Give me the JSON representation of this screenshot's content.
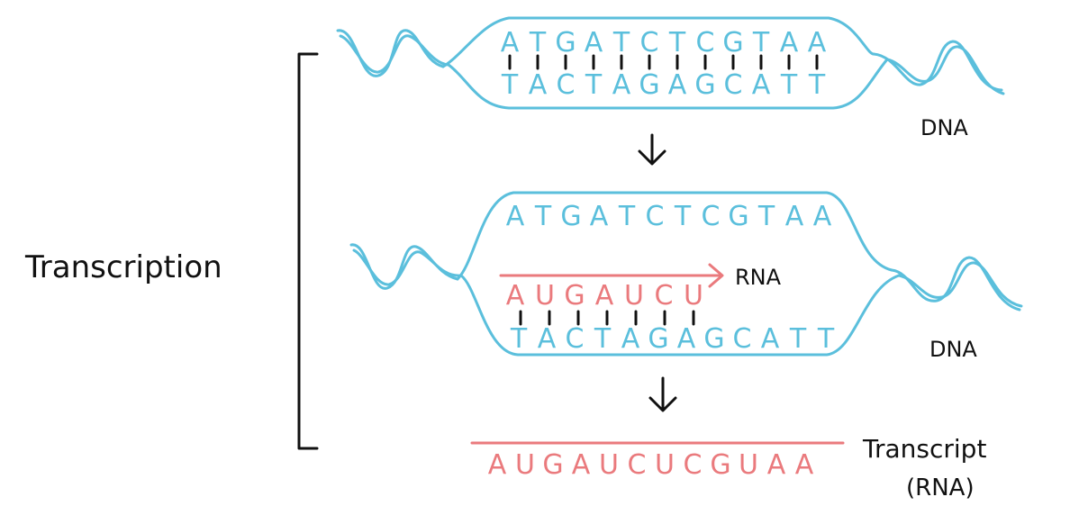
{
  "labels": {
    "process": "Transcription",
    "dna_top": "DNA",
    "dna_bottom": "DNA",
    "rna_arrow": "RNA",
    "transcript_line1": "Transcript",
    "transcript_line2": "(RNA)"
  },
  "dna1": {
    "top_strand": [
      "A",
      "T",
      "G",
      "A",
      "T",
      "C",
      "T",
      "C",
      "G",
      "T",
      "A",
      "A"
    ],
    "bottom_strand": [
      "T",
      "A",
      "C",
      "T",
      "A",
      "G",
      "A",
      "G",
      "C",
      "A",
      "T",
      "T"
    ]
  },
  "dna2": {
    "top_strand": [
      "A",
      "T",
      "G",
      "A",
      "T",
      "C",
      "T",
      "C",
      "G",
      "T",
      "A",
      "A"
    ],
    "rna_growing": [
      "A",
      "U",
      "G",
      "A",
      "U",
      "C",
      "U"
    ],
    "bottom_strand": [
      "T",
      "A",
      "C",
      "T",
      "A",
      "G",
      "A",
      "G",
      "C",
      "A",
      "T",
      "T"
    ]
  },
  "transcript": [
    "A",
    "U",
    "G",
    "A",
    "U",
    "C",
    "U",
    "C",
    "G",
    "U",
    "A",
    "A"
  ],
  "colors": {
    "dna": "#5bbfdc",
    "rna": "#ea7a7d",
    "ink": "#111111"
  }
}
